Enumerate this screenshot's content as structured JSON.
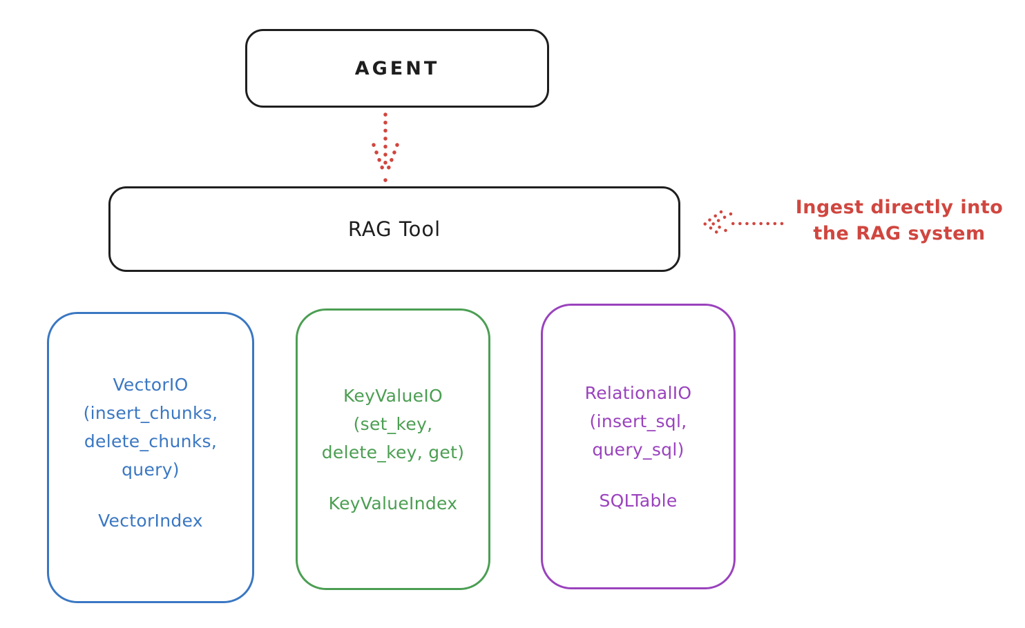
{
  "agent_box": {
    "label": "AGENT"
  },
  "rag_tool_box": {
    "label": "RAG Tool"
  },
  "annotation": {
    "line1": "Ingest directly into",
    "line2": "the RAG system"
  },
  "colors": {
    "stroke": "#1e1e1e",
    "red": "#d0463f",
    "blue": "#3a77c2",
    "green": "#4b9e52",
    "purple": "#9a42bd"
  },
  "icons": {
    "down_arrow": "dotted-down-arrow",
    "left_arrow": "dotted-left-arrow"
  },
  "storage_boxes": [
    {
      "id": "vector-io",
      "color": "#3a77c2",
      "interface_lines": [
        "VectorIO",
        "(insert_chunks,",
        "delete_chunks,",
        "query)"
      ],
      "index_label": "VectorIndex"
    },
    {
      "id": "key-value-io",
      "color": "#4b9e52",
      "interface_lines": [
        "KeyValueIO",
        "(set_key,",
        "delete_key, get)"
      ],
      "index_label": "KeyValueIndex"
    },
    {
      "id": "relational-io",
      "color": "#9a42bd",
      "interface_lines": [
        "RelationalIO",
        "(insert_sql,",
        "query_sql)"
      ],
      "index_label": "SQLTable"
    }
  ]
}
